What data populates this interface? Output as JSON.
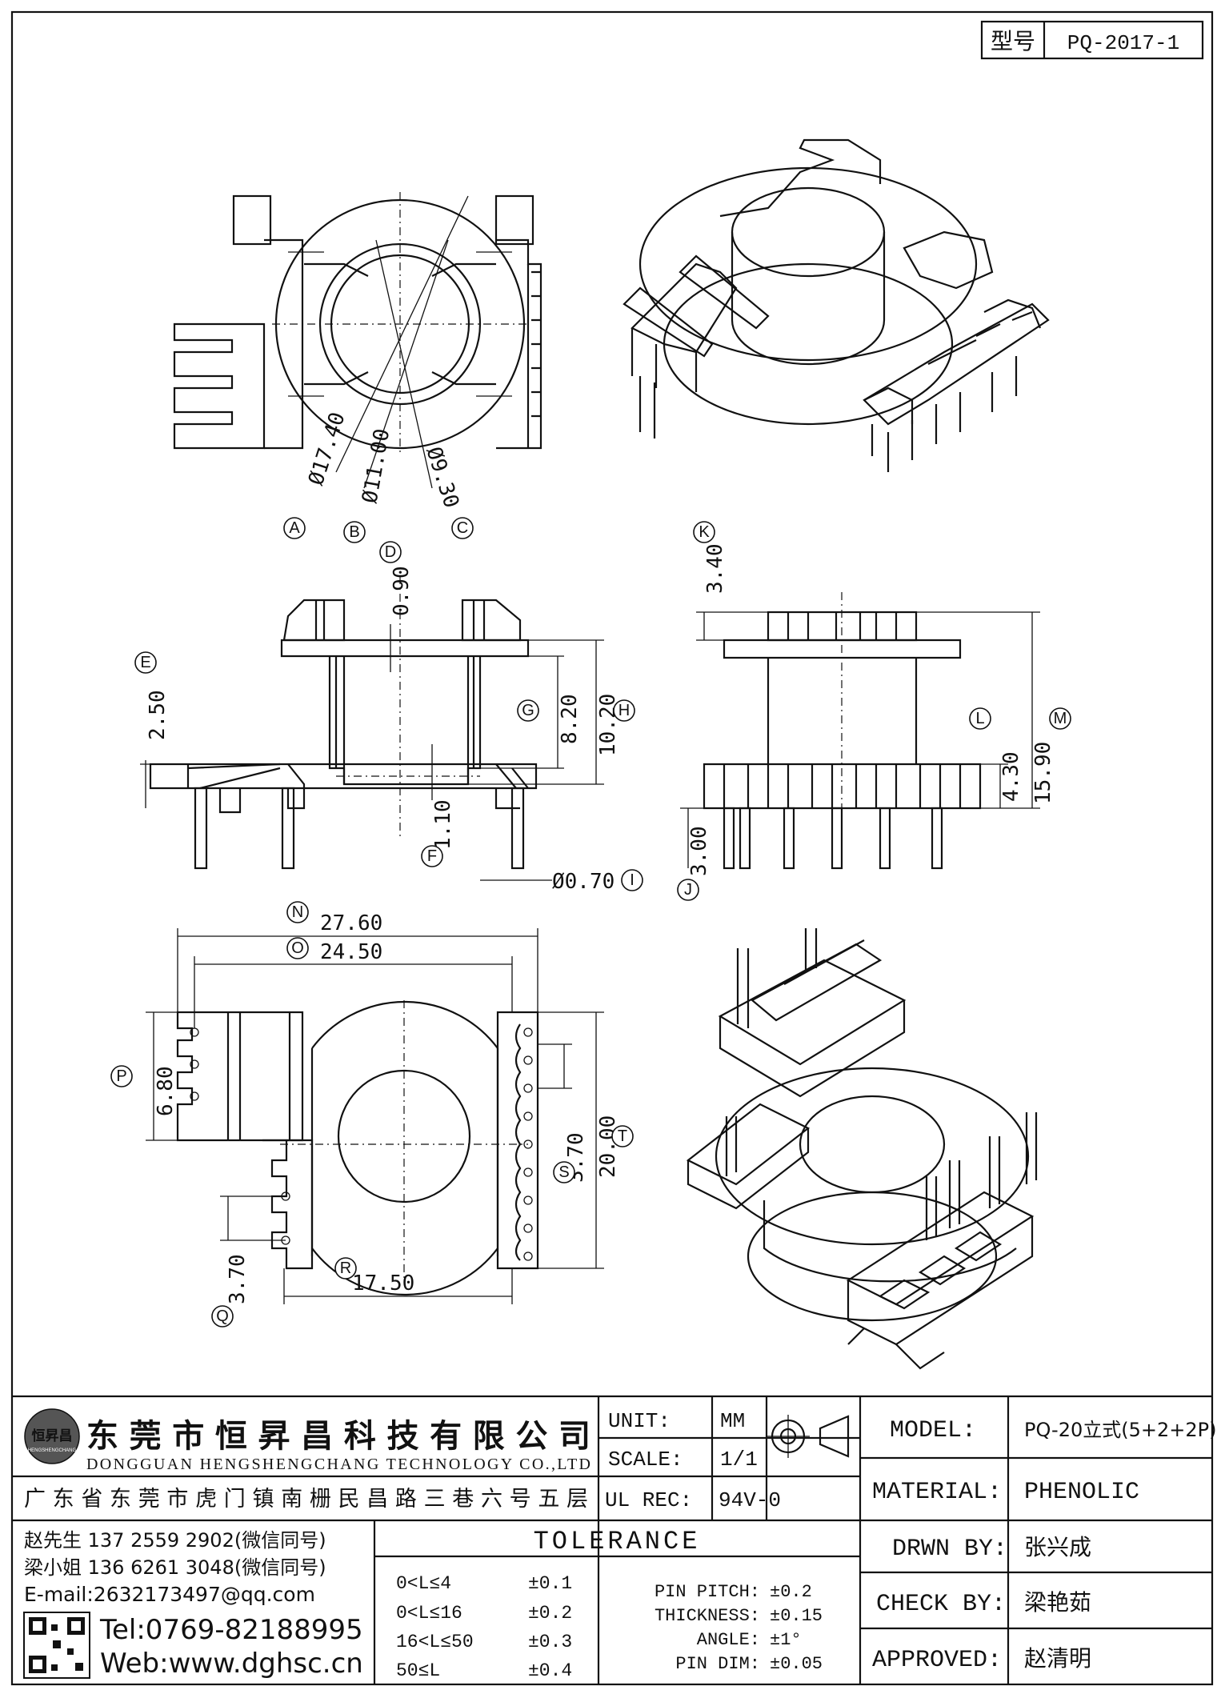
{
  "title_block": {
    "model_label": "型号",
    "model_value": "PQ-2017-1"
  },
  "dimensions": {
    "A": "Ø17.40",
    "B": "Ø11.00",
    "C": "Ø9.30",
    "D": "0.90",
    "E": "2.50",
    "F": "1.10",
    "G": "8.20",
    "H": "10.20",
    "I": "Ø0.70",
    "J": "3.00",
    "K": "3.40",
    "L": "4.30",
    "M": "15.90",
    "N": "27.60",
    "O": "24.50",
    "P": "6.80",
    "Q": "3.70",
    "R": "17.50",
    "S": "3.70",
    "T": "20.00"
  },
  "bubbles": [
    "A",
    "B",
    "C",
    "D",
    "E",
    "F",
    "G",
    "H",
    "I",
    "J",
    "K",
    "L",
    "M",
    "N",
    "O",
    "P",
    "Q",
    "R",
    "S",
    "T"
  ],
  "company": {
    "name_cn": "东莞市恒昇昌科技有限公司",
    "name_en": "DONGGUAN HENGSHENGCHANG TECHNOLOGY CO.,LTD",
    "address": "广东省东莞市虎门镇南栅民昌路三巷六号五层",
    "logo_text": "恒昇昌",
    "logo_sub": "HENGSHENGCHANG",
    "contact1": "赵先生 137 2559 2902(微信同号)",
    "contact2": "梁小姐 136 6261 3048(微信同号)",
    "email": "E-mail:2632173497@qq.com",
    "tel": "Tel:0769-82188995",
    "web": "Web:www.dghsc.cn"
  },
  "spec": {
    "unit_label": "UNIT:",
    "unit_value": "MM",
    "scale_label": "SCALE:",
    "scale_value": "1/1",
    "ulrec_label": "UL REC:",
    "ulrec_value": "94V-0",
    "model_label": "MODEL:",
    "model_value": "PQ-20立式(5+2+2P)",
    "material_label": "MATERIAL:",
    "material_value": "PHENOLIC",
    "drwn_label": "DRWN BY:",
    "drwn_value": "张兴成",
    "check_label": "CHECK BY:",
    "check_value": "梁艳茹",
    "approved_label": "APPROVED:",
    "approved_value": "赵清明"
  },
  "tolerance": {
    "title": "TOLERANCE",
    "rows": [
      {
        "range": "0<L≤4",
        "tol": "±0.1"
      },
      {
        "range": "0<L≤16",
        "tol": "±0.2"
      },
      {
        "range": "16<L≤50",
        "tol": "±0.3"
      },
      {
        "range": "50≤L",
        "tol": "±0.4"
      }
    ],
    "extra": [
      {
        "label": "PIN PITCH:",
        "tol": "±0.2"
      },
      {
        "label": "THICKNESS:",
        "tol": "±0.15"
      },
      {
        "label": "ANGLE:",
        "tol": "±1°"
      },
      {
        "label": "PIN DIM:",
        "tol": "±0.05"
      }
    ]
  }
}
